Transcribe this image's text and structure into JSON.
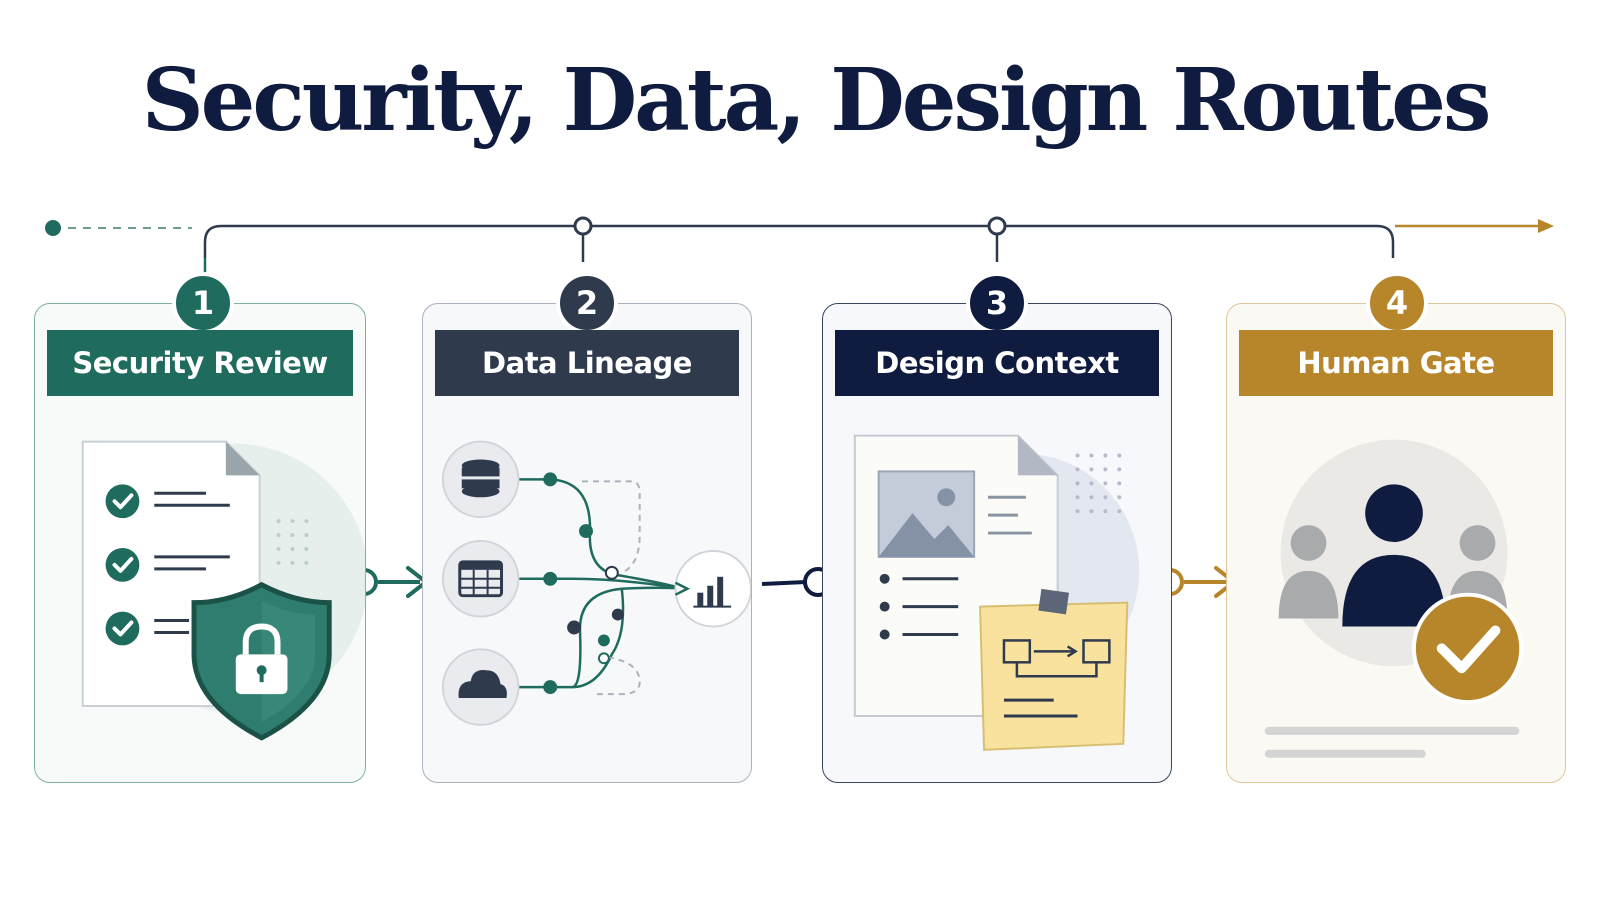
{
  "title": "Security, Data, Design Routes",
  "colors": {
    "title": "#0f1c3f",
    "teal": "#1f6b5e",
    "slate": "#2f3b4d",
    "navy": "#0f1c3f",
    "gold": "#b8862a"
  },
  "steps": [
    {
      "number": "1",
      "label": "Security Review",
      "color": "#1f6b5e",
      "icons": [
        "checklist-document-icon",
        "shield-lock-icon"
      ]
    },
    {
      "number": "2",
      "label": "Data Lineage",
      "color": "#2f3b4d",
      "icons": [
        "database-icon",
        "table-icon",
        "cloud-icon",
        "bar-chart-icon"
      ]
    },
    {
      "number": "3",
      "label": "Design Context",
      "color": "#0f1c3f",
      "icons": [
        "image-document-icon",
        "sticky-note-flowchart-icon"
      ]
    },
    {
      "number": "4",
      "label": "Human Gate",
      "color": "#b8862a",
      "icons": [
        "team-user-icon",
        "approval-check-icon"
      ]
    }
  ]
}
